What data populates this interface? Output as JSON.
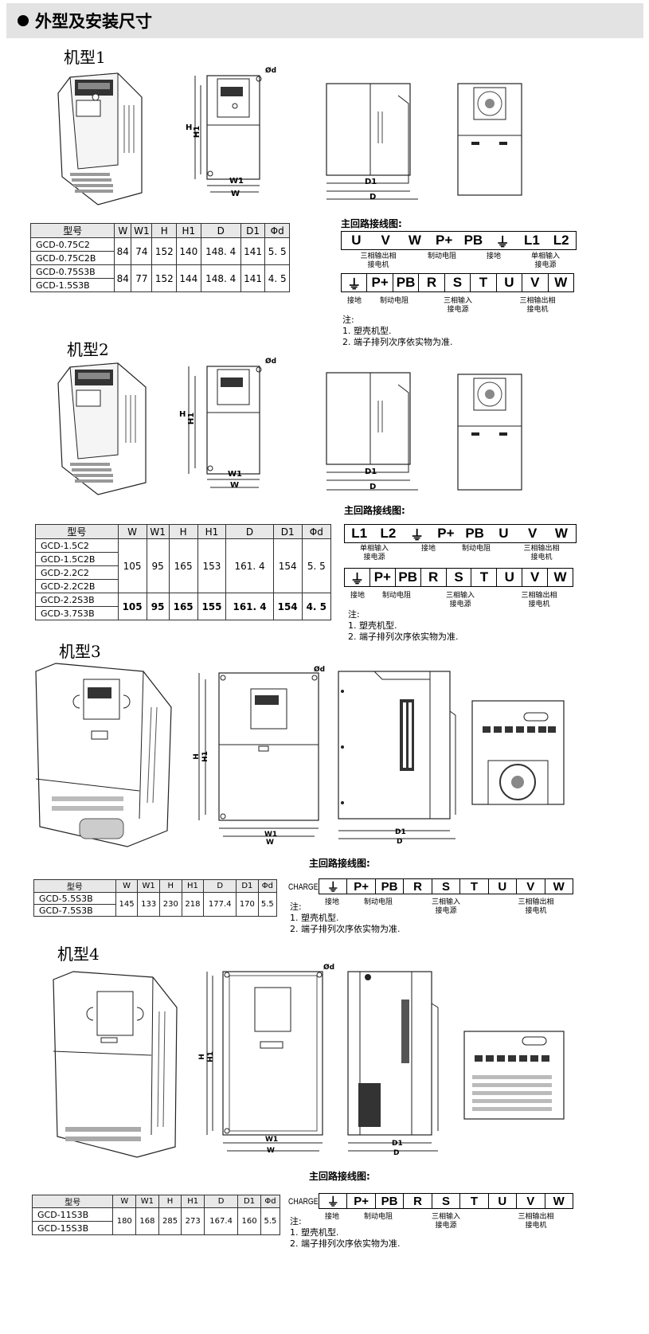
{
  "header": {
    "title": "外型及安装尺寸"
  },
  "common": {
    "table_headers": [
      "型号",
      "W",
      "W1",
      "H",
      "H1",
      "D",
      "D1",
      "Φd"
    ],
    "wiring_title": "主回路接线图:",
    "note_title": "注:",
    "note1": "1. 塑壳机型.",
    "note2": "2. 端子排列次序依实物为准.",
    "dim": {
      "W": "W",
      "W1": "W1",
      "H": "H",
      "H1": "H1",
      "D": "D",
      "D1": "D1",
      "d": "Ød"
    },
    "charge": "CHARGE"
  },
  "cap": {
    "out3": "三相输出相\n接电机",
    "brake": "制动电阻",
    "ground": "接地",
    "in1": "单相输入\n接电源",
    "in3": "三相输入\n接电源"
  },
  "model1": {
    "title": "机型1",
    "rows": [
      {
        "models": [
          "GCD-0.75C2",
          "GCD-0.75C2B"
        ],
        "W": "84",
        "W1": "74",
        "H": "152",
        "H1": "140",
        "D": "148. 4",
        "D1": "141",
        "d": "5. 5"
      },
      {
        "models": [
          "GCD-0.75S3B",
          "GCD-1.5S3B"
        ],
        "W": "84",
        "W1": "77",
        "H": "152",
        "H1": "144",
        "D": "148. 4",
        "D1": "141",
        "d": "4. 5"
      }
    ],
    "term_a": [
      "U",
      "V",
      "W",
      "P+",
      "PB",
      "⏚",
      "L1",
      "L2"
    ],
    "term_b": [
      "⏚",
      "P+",
      "PB",
      "R",
      "S",
      "T",
      "U",
      "V",
      "W"
    ]
  },
  "model2": {
    "title": "机型2",
    "models": [
      "GCD-1.5C2",
      "GCD-1.5C2B",
      "GCD-2.2C2",
      "GCD-2.2C2B",
      "GCD-2.2S3B",
      "GCD-3.7S3B"
    ],
    "r1": {
      "W": "105",
      "W1": "95",
      "H": "165",
      "H1": "153",
      "D": "161. 4",
      "D1": "154",
      "d": "5. 5"
    },
    "r2": {
      "W": "105",
      "W1": "95",
      "H": "165",
      "H1": "155",
      "D": "161. 4",
      "D1": "154",
      "d": "4. 5"
    },
    "term_a": [
      "L1",
      "L2",
      "⏚",
      "P+",
      "PB",
      "U",
      "V",
      "W"
    ],
    "term_b": [
      "⏚",
      "P+",
      "PB",
      "R",
      "S",
      "T",
      "U",
      "V",
      "W"
    ]
  },
  "model3": {
    "title": "机型3",
    "models": [
      "GCD-5.5S3B",
      "GCD-7.5S3B"
    ],
    "r": {
      "W": "145",
      "W1": "133",
      "H": "230",
      "H1": "218",
      "D": "177.4",
      "D1": "170",
      "d": "5.5"
    },
    "term": [
      "⏚",
      "P+",
      "PB",
      "R",
      "S",
      "T",
      "U",
      "V",
      "W"
    ]
  },
  "model4": {
    "title": "机型4",
    "models": [
      "GCD-11S3B",
      "GCD-15S3B"
    ],
    "r": {
      "W": "180",
      "W1": "168",
      "H": "285",
      "H1": "273",
      "D": "167.4",
      "D1": "160",
      "d": "5.5"
    },
    "term": [
      "⏚",
      "P+",
      "PB",
      "R",
      "S",
      "T",
      "U",
      "V",
      "W"
    ]
  }
}
